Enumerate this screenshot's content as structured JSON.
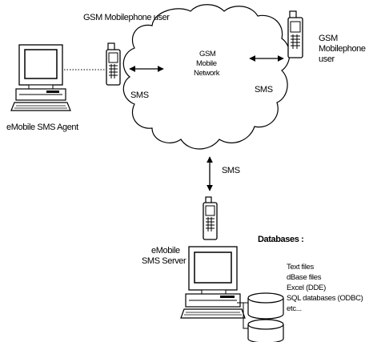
{
  "labels": {
    "gsm_user_top": "GSM Mobilephone user",
    "gsm_user_right_line1": "GSM",
    "gsm_user_right_line2": "Mobilephone",
    "gsm_user_right_line3": "user",
    "network_line1": "GSM",
    "network_line2": "Mobile",
    "network_line3": "Network",
    "sms_left": "SMS",
    "sms_right": "SMS",
    "sms_bottom": "SMS",
    "agent": "eMobile SMS Agent",
    "server_line1": "eMobile",
    "server_line2": "SMS Server",
    "databases_title": "Databases :"
  },
  "databases": [
    "Text files",
    "dBase files",
    "Excel (DDE)",
    "SQL databases (ODBC)",
    "etc..."
  ],
  "icons": {
    "desktop_computer": "desktop-computer-icon",
    "mobile_phone": "mobile-phone-icon",
    "cloud": "network-cloud-icon",
    "database": "database-cylinder-icon"
  }
}
